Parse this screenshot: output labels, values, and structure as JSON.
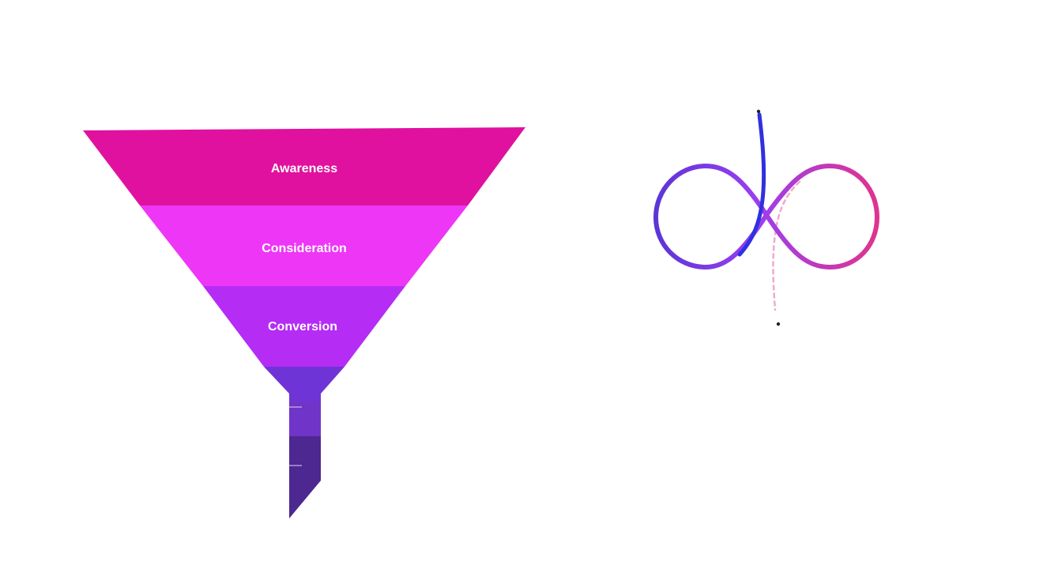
{
  "funnel": {
    "stages": [
      {
        "label": "Awareness",
        "color": "#e0119f"
      },
      {
        "label": "Consideration",
        "color": "#ee36f6"
      },
      {
        "label": "Conversion",
        "color": "#b52cf5"
      },
      {
        "label": "",
        "color": "#6f34d6"
      },
      {
        "label": "",
        "color": "#7034c8"
      },
      {
        "label": "",
        "color": "#4d2890"
      }
    ],
    "tick_color": "#c9b9f0"
  },
  "infinity": {
    "gradient_start": "#5b35d6",
    "gradient_mid": "#9b3ef0",
    "gradient_end": "#e0348e",
    "stroke_color": "#3030e0",
    "dashed_color": "#f2a8cf",
    "dot_color": "#222222"
  }
}
